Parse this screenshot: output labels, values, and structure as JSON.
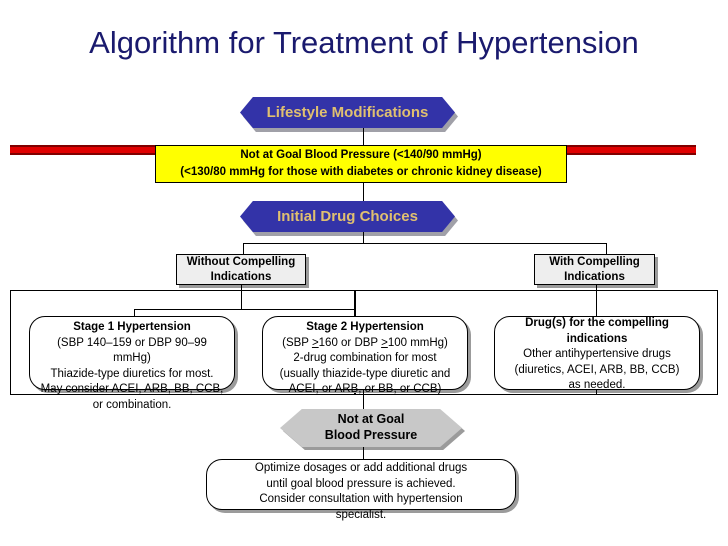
{
  "page": {
    "title": "Algorithm for Treatment of Hypertension",
    "background_color": "#ffffff",
    "title_color": "#1a1a6e"
  },
  "colors": {
    "hex_blue": "#3333a8",
    "hex_text_gold": "#e0c070",
    "alert_yellow": "#ffff00",
    "red_bar": "#e00000",
    "red_bar_border": "#800000",
    "gray_box": "#eeeeee",
    "gray_hex": "#c8c8c8",
    "shadow": "#9b9b9b",
    "outline": "#000000"
  },
  "nodes": {
    "lifestyle": {
      "shape": "hexagon",
      "label": "Lifestyle Modifications"
    },
    "not_at_goal_top": {
      "shape": "rect",
      "line1": "Not at Goal Blood Pressure (<140/90 mmHg)",
      "line2": "(<130/80 mmHg for those with diabetes or chronic kidney disease)"
    },
    "initial_drug_choices": {
      "shape": "hexagon",
      "label": "Initial Drug Choices"
    },
    "without_compelling": {
      "shape": "rect",
      "line1": "Without Compelling",
      "line2": "Indications"
    },
    "with_compelling": {
      "shape": "rect",
      "line1": "With Compelling",
      "line2": "Indications"
    },
    "stage1": {
      "shape": "rounded-rect",
      "heading": "Stage 1 Hypertension",
      "lines": [
        "(SBP 140–159 or DBP 90–99",
        "mmHg)",
        "Thiazide-type diuretics for most.",
        "May consider ACEI, ARB, BB, CCB,",
        "or combination."
      ]
    },
    "stage2": {
      "shape": "rounded-rect",
      "heading": "Stage 2 Hypertension",
      "lines_pre": "(SBP ",
      "ge1": ">",
      "lines_mid": "160 or DBP ",
      "ge2": ">",
      "lines_post": "100 mmHg)",
      "lines": [
        "2-drug combination for most",
        "(usually thiazide-type diuretic and",
        "ACEI, or ARB, or BB, or CCB)"
      ]
    },
    "compelling_drugs": {
      "shape": "rounded-rect",
      "heading1": "Drug(s) for the compelling",
      "heading2": "indications",
      "lines": [
        "Other antihypertensive drugs",
        "(diuretics, ACEI, ARB, BB, CCB)",
        "as needed."
      ]
    },
    "not_at_goal_bottom": {
      "shape": "hexagon",
      "line1": "Not at Goal",
      "line2": "Blood Pressure"
    },
    "optimize": {
      "shape": "rounded-rect",
      "lines": [
        "Optimize dosages or add additional drugs",
        "until goal blood pressure is achieved.",
        "Consider consultation with hypertension",
        "specialist."
      ]
    }
  }
}
